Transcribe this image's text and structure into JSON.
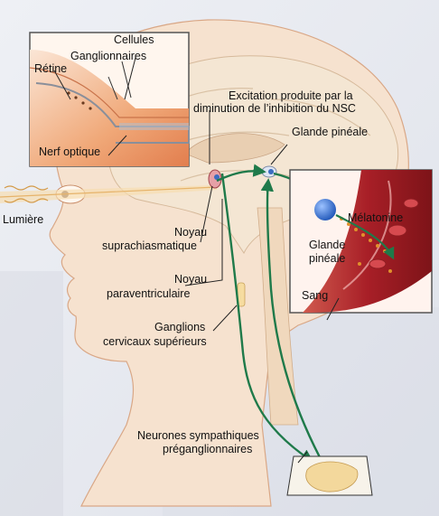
{
  "diagram": {
    "labels": {
      "cellules_ganglionnaires_1": "Cellules",
      "cellules_ganglionnaires_2": "Ganglionnaires",
      "retine": "Rétine",
      "nerf_optique": "Nerf optique",
      "excitation_1": "Excitation produite par la",
      "excitation_2": "diminution de l’inhibition du NSC",
      "glande_pineale_top": "Glande pinéale",
      "lumiere": "Lumière",
      "noyau_supra_1": "Noyau",
      "noyau_supra_2": "suprachiasmatique",
      "melatonine": "Mélatonine",
      "glande_pineale_inset_1": "Glande",
      "glande_pineale_inset_2": "pinéale",
      "noyau_para_1": "Noyau",
      "noyau_para_2": "paraventriculaire",
      "sang": "Sang",
      "ganglions_1": "Ganglions",
      "ganglions_2": "cervicaux supérieurs",
      "neurones_1": "Neurones sympathiques",
      "neurones_2": "préganglionnaires"
    },
    "colors": {
      "pathway": "#1f7a4a",
      "skin": "#f3d9c2",
      "brain": "#f1e4d0",
      "retina": "#e89a66",
      "blood": "#b3272c",
      "melatonin_gland": "#2a6fd6",
      "melatonin_dots": "#e0902c"
    }
  }
}
